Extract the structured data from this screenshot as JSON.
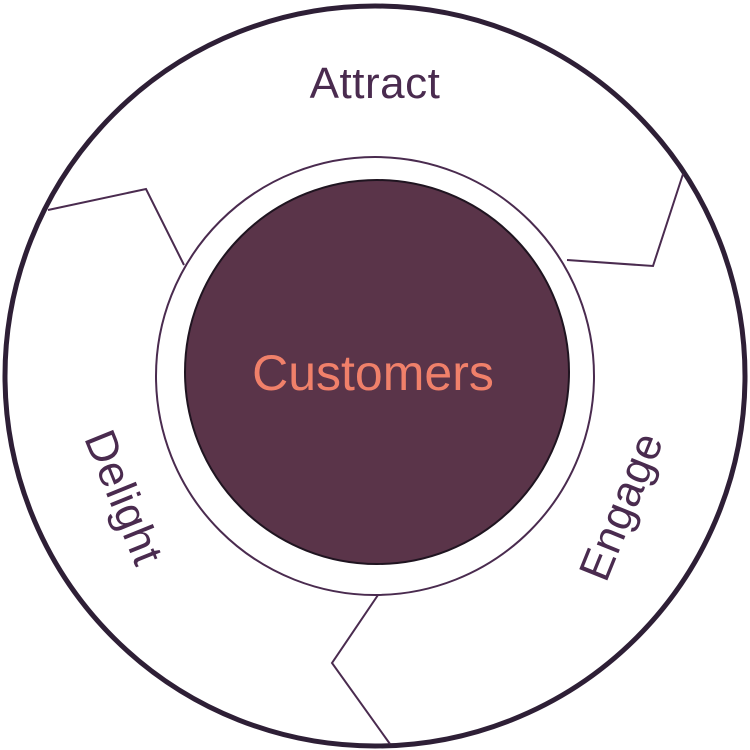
{
  "diagram": {
    "center": {
      "label": "Customers"
    },
    "stages": [
      {
        "label": "Attract"
      },
      {
        "label": "Engage"
      },
      {
        "label": "Delight"
      }
    ],
    "colors": {
      "outer_ring": "#2e1f36",
      "segment_line": "#4a2b4f",
      "center_fill": "#5a3449",
      "center_text": "#f0806a",
      "stage_text": "#4a2b4f",
      "background": "#ffffff"
    }
  }
}
